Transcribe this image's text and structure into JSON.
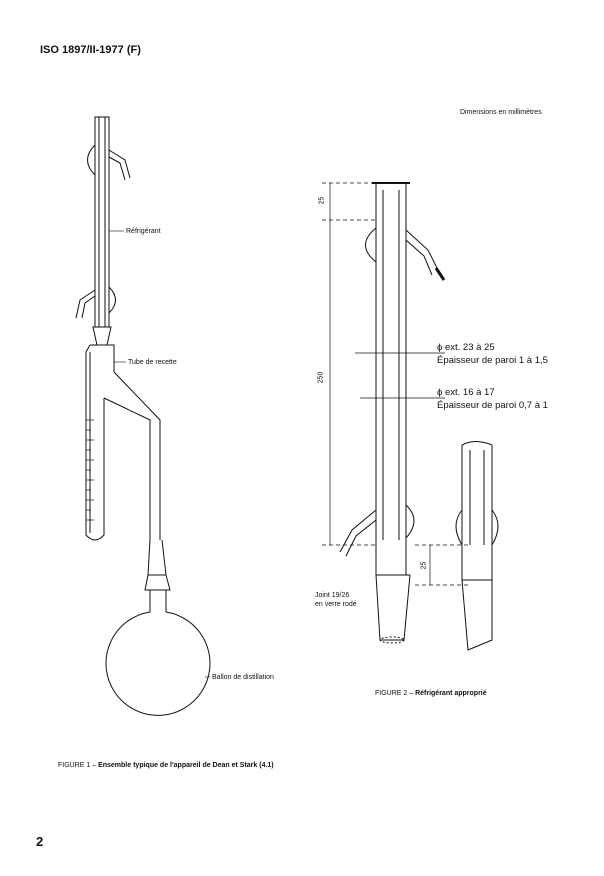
{
  "header": {
    "standard": "ISO 1897/II-1977 (F)"
  },
  "dimensions_note": "Dimensions en millimètres",
  "figure1": {
    "labels": {
      "condenser": "Réfrigérant",
      "receiver": "Tube de recette",
      "flask": "Ballon de distillation"
    },
    "caption_prefix": "FIGURE 1 –",
    "caption_title": "Ensemble typique de l'appareil de Dean et Stark (4.1)"
  },
  "figure2": {
    "dims": {
      "top": "25",
      "length": "250",
      "bottom": "25"
    },
    "outer": {
      "line1": "ϕ ext. 23 à 25",
      "line2": "Épaisseur de paroi 1 à 1,5"
    },
    "inner": {
      "line1": "ϕ ext. 16 à 17",
      "line2": "Épaisseur de paroi 0,7 à 1"
    },
    "joint": {
      "line1": "Joint 19/26",
      "line2": "en verre rodé"
    },
    "caption_prefix": "FIGURE 2 –",
    "caption_title": "Réfrigérant approprié"
  },
  "page_number": "2"
}
